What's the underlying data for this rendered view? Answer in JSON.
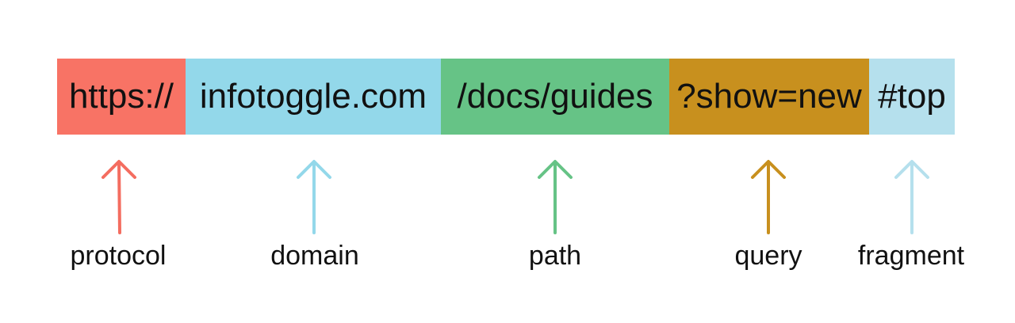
{
  "diagram": {
    "segments": [
      {
        "id": "protocol",
        "text": "https://",
        "color": "#f87365"
      },
      {
        "id": "domain",
        "text": "infotoggle.com",
        "color": "#93d8ea"
      },
      {
        "id": "path",
        "text": "/docs/guides",
        "color": "#66c386"
      },
      {
        "id": "query",
        "text": "?show=new",
        "color": "#c8901e"
      },
      {
        "id": "fragment",
        "text": "#top",
        "color": "#b5e0ed"
      }
    ],
    "labels": {
      "protocol": "protocol",
      "domain": "domain",
      "path": "path",
      "query": "query",
      "fragment": "fragment"
    },
    "arrow_icon": "up-arrow-icon"
  }
}
